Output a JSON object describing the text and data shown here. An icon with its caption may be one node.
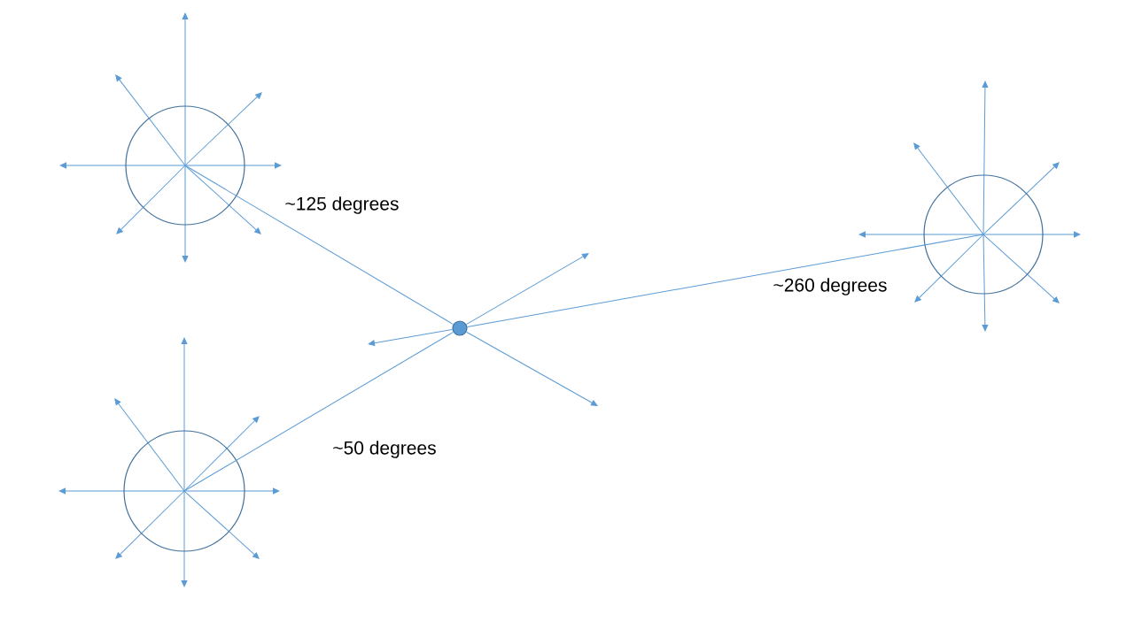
{
  "diagram": {
    "nodes": [
      {
        "text": [],
        "shape": "circle"
      },
      {
        "text": [],
        "shape": "circle"
      },
      {
        "text": [],
        "shape": "dot"
      },
      {
        "text": [],
        "shape": "circle"
      }
    ],
    "edges": [
      {
        "from": 0,
        "to": 2,
        "arrow": "none",
        "label": "~125 degrees"
      },
      {
        "from": 3,
        "to": 2,
        "arrow": "none",
        "label": "~50 degrees"
      },
      {
        "from": 1,
        "to": 2,
        "arrow": "none",
        "label": "~260 degrees"
      }
    ]
  }
}
